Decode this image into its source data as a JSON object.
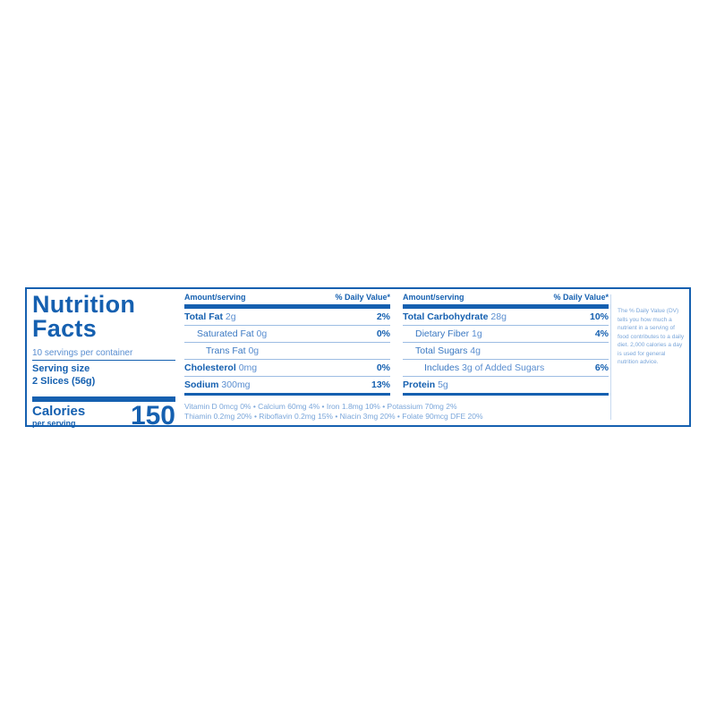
{
  "title": [
    "Nutrition",
    "Facts"
  ],
  "servings_line": "10 servings per container",
  "serving_size_label": "Serving size",
  "serving_size_value": "2 Slices (56g)",
  "calories": {
    "label": "Calories",
    "sub": "per serving",
    "value": "150"
  },
  "header": {
    "amount": "Amount/serving",
    "dv": "% Daily Value*"
  },
  "left_column": [
    {
      "name": "Total Fat",
      "amount": "2g",
      "dv": "2%",
      "bold": true,
      "indent": 0
    },
    {
      "name": "Saturated Fat",
      "amount": "0g",
      "dv": "0%",
      "bold": false,
      "indent": 1
    },
    {
      "name": "Trans Fat",
      "amount": "0g",
      "dv": "",
      "bold": false,
      "indent": 2
    },
    {
      "name": "Cholesterol",
      "amount": "0mg",
      "dv": "0%",
      "bold": true,
      "indent": 0
    },
    {
      "name": "Sodium",
      "amount": "300mg",
      "dv": "13%",
      "bold": true,
      "indent": 0
    }
  ],
  "right_column": [
    {
      "name": "Total Carbohydrate",
      "amount": "28g",
      "dv": "10%",
      "bold": true,
      "indent": 0
    },
    {
      "name": "Dietary Fiber",
      "amount": "1g",
      "dv": "4%",
      "bold": false,
      "indent": 1
    },
    {
      "name": "Total Sugars",
      "amount": "4g",
      "dv": "",
      "bold": false,
      "indent": 1
    },
    {
      "name": "Includes",
      "amount": "3g of Added Sugars",
      "dv": "6%",
      "bold": false,
      "indent": 2
    },
    {
      "name": "Protein",
      "amount": "5g",
      "dv": "",
      "bold": true,
      "indent": 0
    }
  ],
  "vitamins_line1": "Vitamin D 0mcg 0%  •  Calcium 60mg 4%  •  Iron 1.8mg 10%  •  Potassium 70mg 2%",
  "vitamins_line2": "Thiamin 0.2mg 20%  •  Riboflavin 0.2mg 15%  •  Niacin 3mg 20%  •  Folate 90mcg DFE 20%",
  "footnote": "The % Daily Value (DV) tells you how much a nutrient in a serving of food contributes to a daily diet. 2,000 calories a day is used for general nutrition advice.",
  "colors": {
    "primary": "#1560b0"
  }
}
